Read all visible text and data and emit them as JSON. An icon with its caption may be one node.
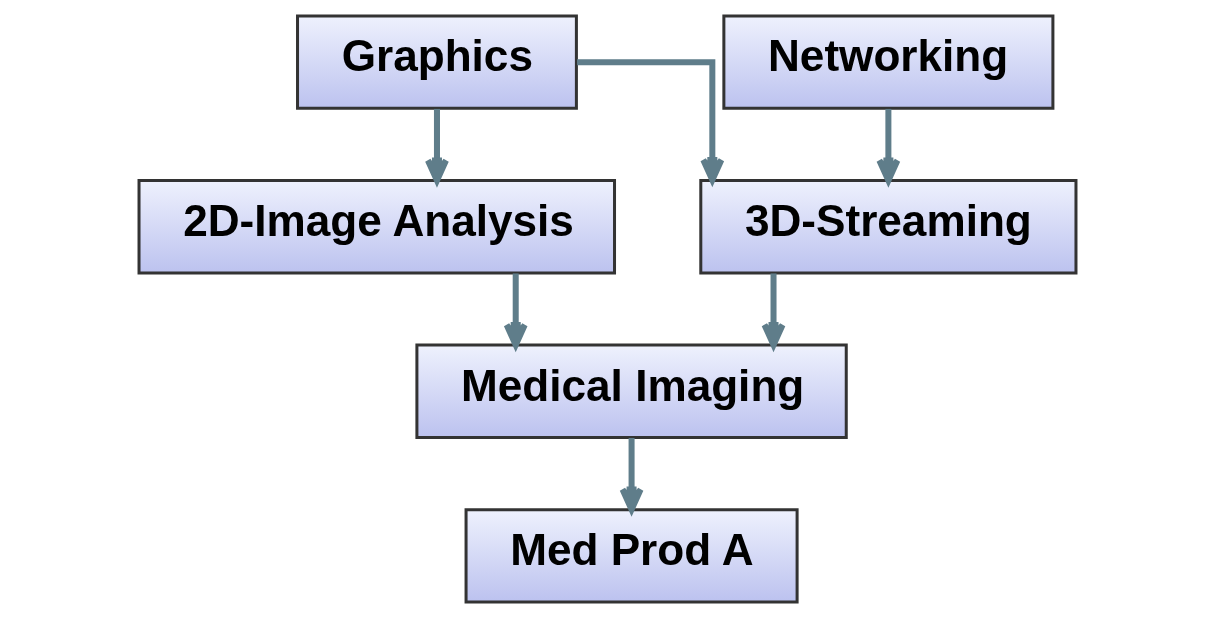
{
  "diagram": {
    "nodes": [
      {
        "text": [
          "Graphics"
        ]
      },
      {
        "text": [
          "Networking"
        ]
      },
      {
        "text": [
          "2D-Image Analysis"
        ]
      },
      {
        "text": [
          "3D-Streaming"
        ]
      },
      {
        "text": [
          "Medical Imaging"
        ]
      },
      {
        "text": [
          "Med Prod A"
        ]
      }
    ],
    "edges": [
      {
        "from": 0,
        "to": 2,
        "arrow": "to"
      },
      {
        "from": 0,
        "to": 3,
        "arrow": "to"
      },
      {
        "from": 1,
        "to": 3,
        "arrow": "to"
      },
      {
        "from": 2,
        "to": 4,
        "arrow": "to"
      },
      {
        "from": 3,
        "to": 4,
        "arrow": "to"
      },
      {
        "from": 4,
        "to": 5,
        "arrow": "to"
      }
    ]
  }
}
